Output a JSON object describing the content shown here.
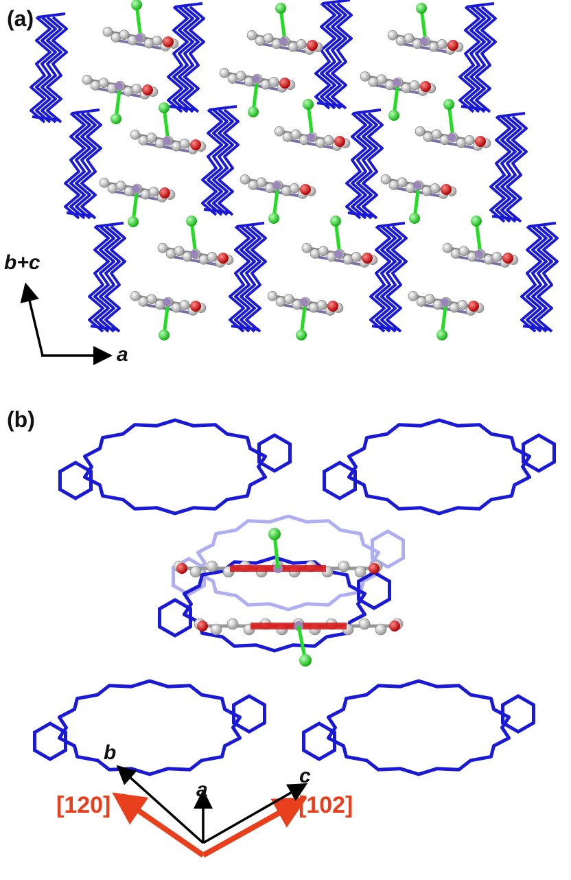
{
  "panel_a": {
    "label": "(a)",
    "axes": {
      "vertical": "b+c",
      "horizontal": "a"
    }
  },
  "panel_b": {
    "label": "(b)",
    "axes": {
      "b": "b",
      "a": "a",
      "c": "c"
    },
    "directions": {
      "left": "[120]",
      "right": "[102]"
    }
  },
  "colors": {
    "macrocycle": "#1a1ad6",
    "chlorine": "#22dd22",
    "oxygen": "#dd1111",
    "carbon": "#c8c8c8",
    "metal": "#9a86b8",
    "axis_arrow": "#000000",
    "direction_arrow": "#e8401c"
  }
}
